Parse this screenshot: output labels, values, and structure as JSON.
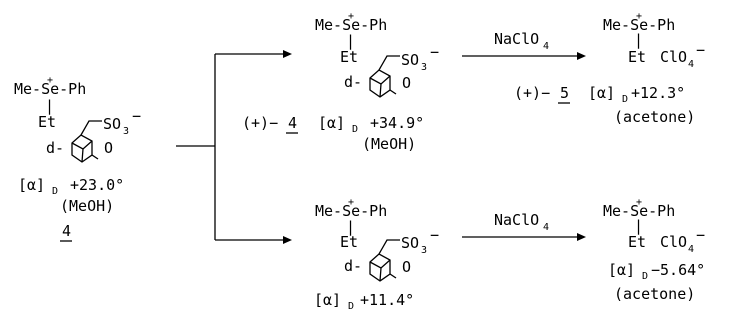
{
  "salt": {
    "cation_top": "Me-Se-Ph",
    "charge": "+",
    "bond": "|",
    "ethyl": "Et",
    "d_prefix": "d-",
    "sulfonate": "SO",
    "sub3": "3",
    "minus": "−",
    "keto_O": "O",
    "perchlorate": "ClO",
    "sub4": "4"
  },
  "start": {
    "alpha": "[α]",
    "D": "D",
    "rotation": "+23.0°",
    "solvent": "(MeOH)",
    "number": "4"
  },
  "upper_mid": {
    "sign": "(+)−",
    "number": "4",
    "alpha": "[α]",
    "D": "D",
    "rotation": "+34.9°",
    "solvent": "(MeOH)"
  },
  "upper_arrow": {
    "reagent": "NaClO",
    "sub": "4"
  },
  "upper_right": {
    "sign": "(+)−",
    "number": "5",
    "alpha": "[α]",
    "D": "D",
    "rotation": "+12.3°",
    "solvent": "(acetone)"
  },
  "lower_mid": {
    "alpha": "[α]",
    "D": "D",
    "rotation": "+11.4°"
  },
  "lower_arrow": {
    "reagent": "NaClO",
    "sub": "4"
  },
  "lower_right": {
    "alpha": "[α]",
    "D": "D",
    "rotation": "−5.64°",
    "solvent": "(acetone)"
  }
}
